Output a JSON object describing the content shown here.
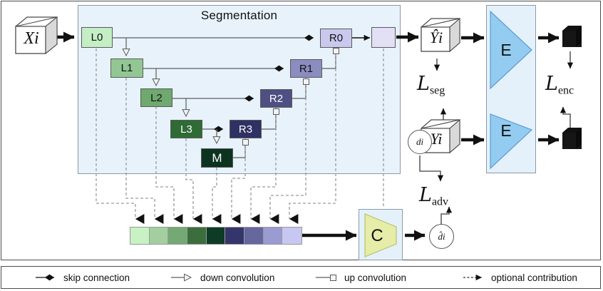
{
  "figure": {
    "segmentation_panel": {
      "title": "Segmentation"
    },
    "encoder_panel": {
      "top_label": "E",
      "bottom_label": "E"
    },
    "classifier_panel": {
      "label": "C"
    },
    "input_cube": {
      "label": "Xi"
    },
    "prediction_cube": {
      "label": "Ŷi"
    },
    "groundtruth_cube": {
      "label": "Yi"
    },
    "domain_circle_input": {
      "label": "di"
    },
    "domain_circle_output": {
      "label": "d̂i"
    },
    "encoder_nodes": [
      {
        "id": "L0",
        "label": "L0",
        "color": "#c4eec4",
        "text": "dark"
      },
      {
        "id": "L1",
        "label": "L1",
        "color": "#92c793",
        "text": "dark"
      },
      {
        "id": "L2",
        "label": "L2",
        "color": "#6fa96f",
        "text": "dark"
      },
      {
        "id": "L3",
        "label": "L3",
        "color": "#2f6b35",
        "text": "light"
      },
      {
        "id": "M",
        "label": "M",
        "color": "#0c3320",
        "text": "light"
      }
    ],
    "decoder_nodes": [
      {
        "id": "R3",
        "label": "R3",
        "color": "#2f3063",
        "text": "light"
      },
      {
        "id": "R2",
        "label": "R2",
        "color": "#4f4f83",
        "text": "light"
      },
      {
        "id": "R1",
        "label": "R1",
        "color": "#8b8cc0",
        "text": "dark"
      },
      {
        "id": "R0",
        "label": "R0",
        "color": "#c9c9ee",
        "text": "dark"
      },
      {
        "id": "OUT",
        "label": "",
        "color": "#e3e0f5",
        "text": "dark"
      }
    ],
    "losses": {
      "seg": {
        "symbol": "L",
        "subscript": "seg"
      },
      "enc": {
        "symbol": "L",
        "subscript": "enc"
      },
      "adv": {
        "symbol": "L",
        "subscript": "adv"
      }
    },
    "feature_bar": {
      "cells": [
        {
          "color": "#c8f2c3"
        },
        {
          "color": "#a3cfa0"
        },
        {
          "color": "#74a973"
        },
        {
          "color": "#3b6e3c"
        },
        {
          "color": "#0e3b25"
        },
        {
          "color": "#35356b"
        },
        {
          "color": "#66679e"
        },
        {
          "color": "#9a9bd0"
        },
        {
          "color": "#c7c7f2"
        }
      ]
    },
    "legend": [
      {
        "id": "skip",
        "label": "skip connection",
        "marker": "diamond-arrow-icon"
      },
      {
        "id": "down",
        "label": "down convolution",
        "marker": "hollow-triangle-icon"
      },
      {
        "id": "up",
        "label": "up convolution",
        "marker": "hollow-square-icon"
      },
      {
        "id": "optional",
        "label": "optional contribution",
        "marker": "dashed-arrow-icon"
      }
    ],
    "colors": {
      "panel_bg": "#e8f2fb",
      "panel_border": "#8c99a8",
      "encoder_shape": "#93ccf0",
      "classifier_shape": "#e5eda8",
      "frame": "#4c4c4c"
    }
  }
}
